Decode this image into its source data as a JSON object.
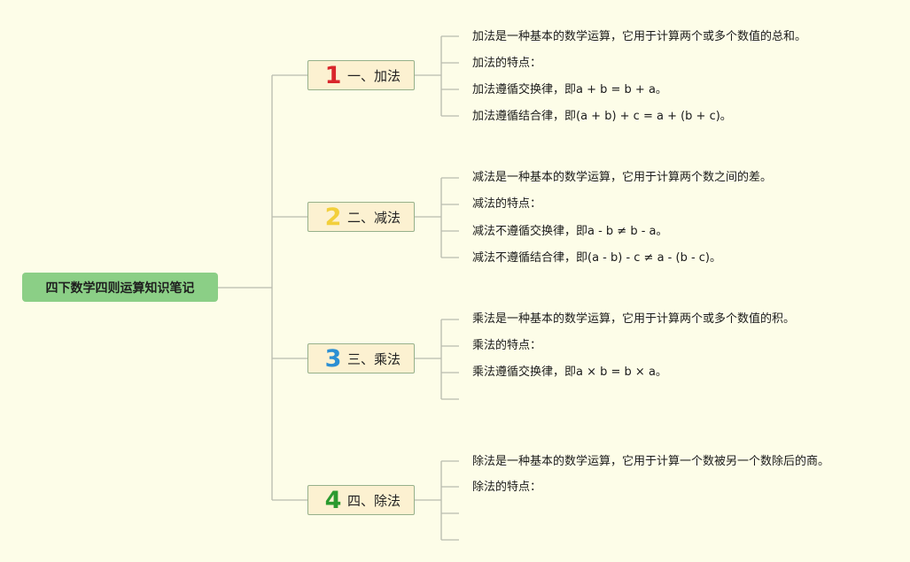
{
  "root": {
    "title": "四下数学四则运算知识笔记"
  },
  "branches": [
    {
      "number": "1",
      "numberColor": "#d9262b",
      "label": "一、加法",
      "leaves": [
        "加法是一种基本的数学运算，它用于计算两个或多个数值的总和。",
        "加法的特点：",
        "加法遵循交换律，即a + b = b + a。",
        "加法遵循结合律，即(a + b) + c = a + (b + c)。"
      ]
    },
    {
      "number": "2",
      "numberColor": "#f2cf3b",
      "label": "二、减法",
      "leaves": [
        "减法是一种基本的数学运算，它用于计算两个数之间的差。",
        "减法的特点：",
        "减法不遵循交换律，即a - b ≠ b - a。",
        "减法不遵循结合律，即(a - b) - c ≠ a - (b - c)。"
      ]
    },
    {
      "number": "3",
      "numberColor": "#2c8fd3",
      "label": "三、乘法",
      "leaves": [
        "乘法是一种基本的数学运算，它用于计算两个或多个数值的积。",
        "乘法的特点：",
        "乘法遵循交换律，即a × b = b × a。",
        ""
      ]
    },
    {
      "number": "4",
      "numberColor": "#2b9a2f",
      "label": "四、除法",
      "leaves": [
        "除法是一种基本的数学运算，它用于计算一个数被另一个数除后的商。",
        "除法的特点：",
        "",
        ""
      ]
    }
  ],
  "colors": {
    "connector": "#b9bcae"
  }
}
